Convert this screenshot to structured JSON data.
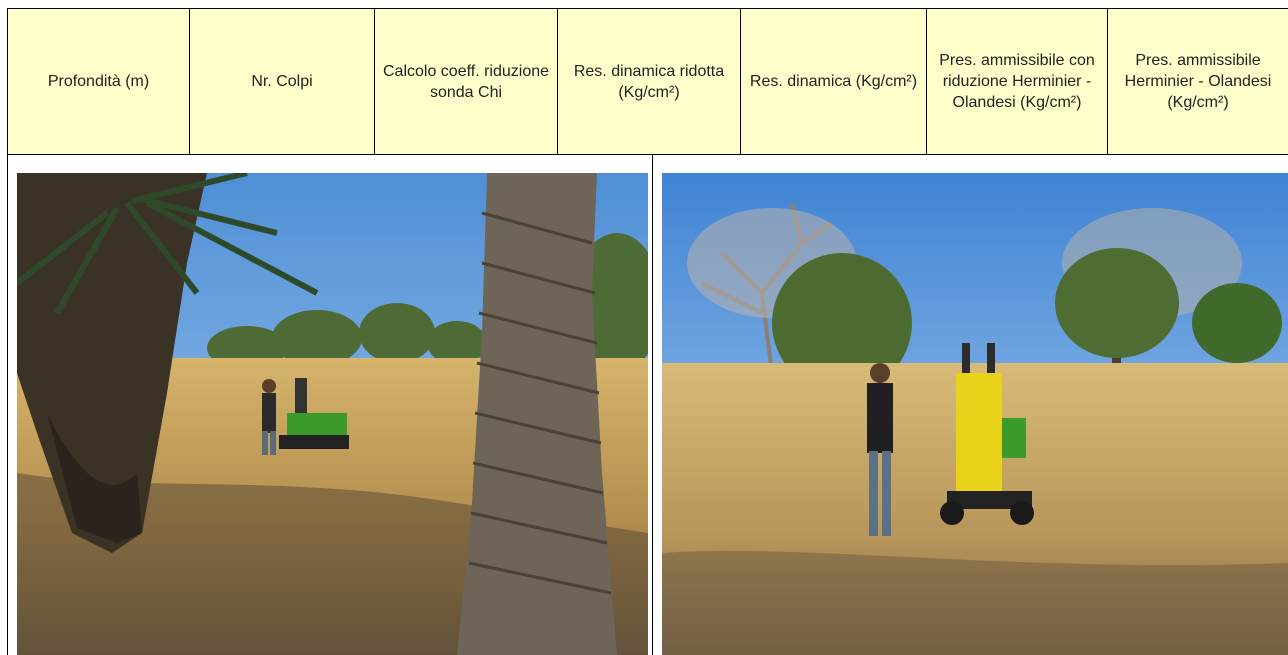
{
  "table": {
    "headers": [
      "Profondità (m)",
      "Nr. Colpi",
      "Calcolo coeff. riduzione sonda Chi",
      "Res. dinamica ridotta (Kg/cm²)",
      "Res. dinamica (Kg/cm²)",
      "Pres. ammissibile con riduzione Herminier - Olandesi (Kg/cm²)",
      "Pres. ammissibile Herminier - Olandesi (Kg/cm²)"
    ],
    "header_bg": "#ffffcc",
    "border_color": "#000000"
  },
  "photos": [
    {
      "subject": "field-with-palm-trees-and-penetrometer"
    },
    {
      "subject": "field-with-olive-trees-and-penetrometer"
    }
  ],
  "colors": {
    "sky": "#6fa8e0",
    "dry_grass": "#c9a561",
    "machine_yellow": "#e8d21a",
    "machine_green": "#3a9a2a"
  }
}
